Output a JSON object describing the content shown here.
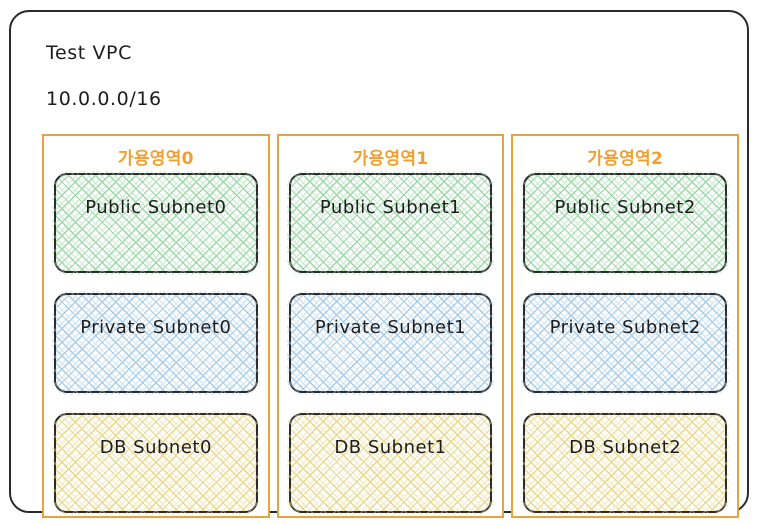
{
  "vpc": {
    "title": "Test VPC",
    "cidr": "10.0.0.0/16",
    "border_color": "#2b2b2b"
  },
  "theme": {
    "az_border_color": "#e8a33d",
    "az_label_color": "#f0a030",
    "subnet_border_color": "#2b2b2b",
    "public_hatch_color": "#9dd9a8",
    "private_hatch_color": "#a8cdea",
    "db_hatch_color": "#ead98c",
    "background": "#ffffff"
  },
  "availability_zones": [
    {
      "label": "가용영역0",
      "subnets": [
        {
          "label": "Public Subnet0",
          "type": "public",
          "hatch": "hatch-green"
        },
        {
          "label": "Private Subnet0",
          "type": "private",
          "hatch": "hatch-blue"
        },
        {
          "label": "DB Subnet0",
          "type": "db",
          "hatch": "hatch-yellow"
        }
      ]
    },
    {
      "label": "가용영역1",
      "subnets": [
        {
          "label": "Public Subnet1",
          "type": "public",
          "hatch": "hatch-green"
        },
        {
          "label": "Private Subnet1",
          "type": "private",
          "hatch": "hatch-blue"
        },
        {
          "label": "DB Subnet1",
          "type": "db",
          "hatch": "hatch-yellow"
        }
      ]
    },
    {
      "label": "가용영역2",
      "subnets": [
        {
          "label": "Public Subnet2",
          "type": "public",
          "hatch": "hatch-green"
        },
        {
          "label": "Private Subnet2",
          "type": "private",
          "hatch": "hatch-blue"
        },
        {
          "label": "DB Subnet2",
          "type": "db",
          "hatch": "hatch-yellow"
        }
      ]
    }
  ]
}
